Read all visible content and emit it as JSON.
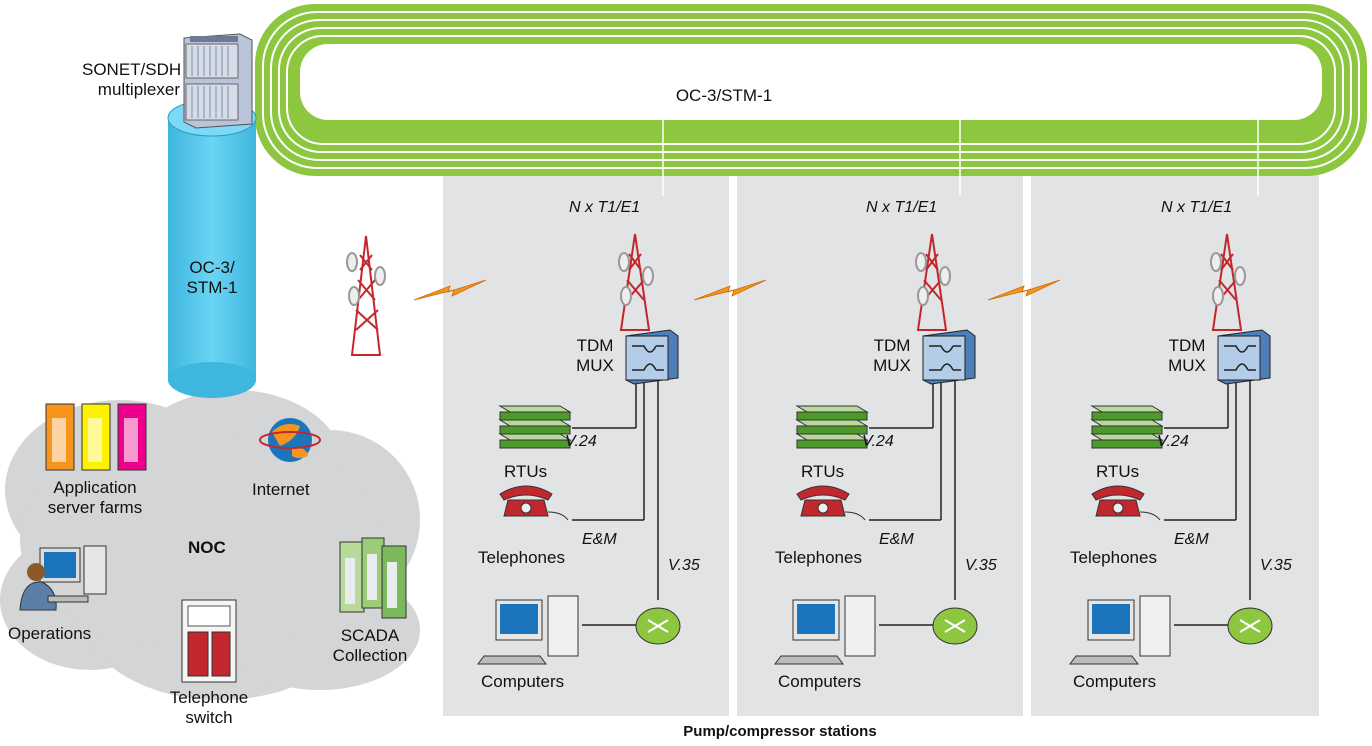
{
  "ring": {
    "label": "OC-3/STM-1",
    "color": "#8dc63f"
  },
  "noc_link": {
    "label": "OC-3/\nSTM-1",
    "color": "#5ccbf0"
  },
  "multiplexer": {
    "label": "SONET/SDH\nmultiplexer"
  },
  "noc": {
    "label": "NOC",
    "app_servers": "Application\nserver farms",
    "internet": "Internet",
    "operations": "Operations",
    "telephone_switch": "Telephone\nswitch",
    "scada": "SCADA\nCollection"
  },
  "stations": [
    {
      "trunk": "N x T1/E1",
      "mux": "TDM\nMUX",
      "rtus": "RTUs",
      "v24": "V.24",
      "telephones": "Telephones",
      "em": "E&M",
      "v35": "V.35",
      "computers": "Computers"
    },
    {
      "trunk": "N x T1/E1",
      "mux": "TDM\nMUX",
      "rtus": "RTUs",
      "v24": "V.24",
      "telephones": "Telephones",
      "em": "E&M",
      "v35": "V.35",
      "computers": "Computers"
    },
    {
      "trunk": "N x T1/E1",
      "mux": "TDM\nMUX",
      "rtus": "RTUs",
      "v24": "V.24",
      "telephones": "Telephones",
      "em": "E&M",
      "v35": "V.35",
      "computers": "Computers"
    }
  ],
  "footer": "Pump/compressor stations",
  "colors": {
    "station_bg": "#e2e3e5",
    "cloud": "#d4d5d7",
    "lightning": "#f7941d",
    "router": "#8dc63f",
    "tower": "#c1272d"
  }
}
